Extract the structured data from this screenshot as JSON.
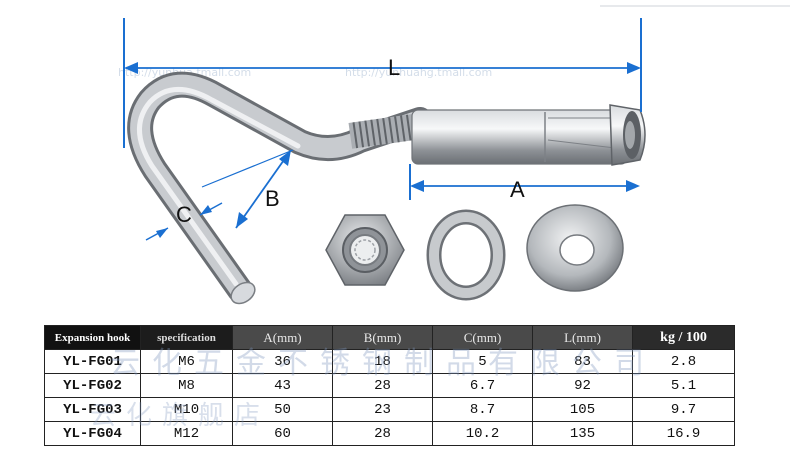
{
  "labels": {
    "L": "L",
    "A": "A",
    "B": "B",
    "C": "C"
  },
  "watermarks": {
    "url_left": "http://yunhua.tmall.com",
    "url_mid": "http://yunhuahg.tmall.com",
    "table_line1": "云化五金不锈钢制品有限公司",
    "table_line2": "云化旗舰店"
  },
  "colors": {
    "dimension_line": "#1a6fd1",
    "header_bg": "#4a4a4a",
    "steel": "#b9bcc0"
  },
  "table": {
    "headers": [
      "Expansion hook",
      "specification",
      "A(mm)",
      "B(mm)",
      "C(mm)",
      "L(mm)",
      "kg / 100"
    ],
    "rows": [
      [
        "YL-FG01",
        "M6",
        "36",
        "18",
        "5",
        "83",
        "2.8"
      ],
      [
        "YL-FG02",
        "M8",
        "43",
        "28",
        "6.7",
        "92",
        "5.1"
      ],
      [
        "YL-FG03",
        "M10",
        "50",
        "23",
        "8.7",
        "105",
        "9.7"
      ],
      [
        "YL-FG04",
        "M12",
        "60",
        "28",
        "10.2",
        "135",
        "16.9"
      ]
    ]
  }
}
